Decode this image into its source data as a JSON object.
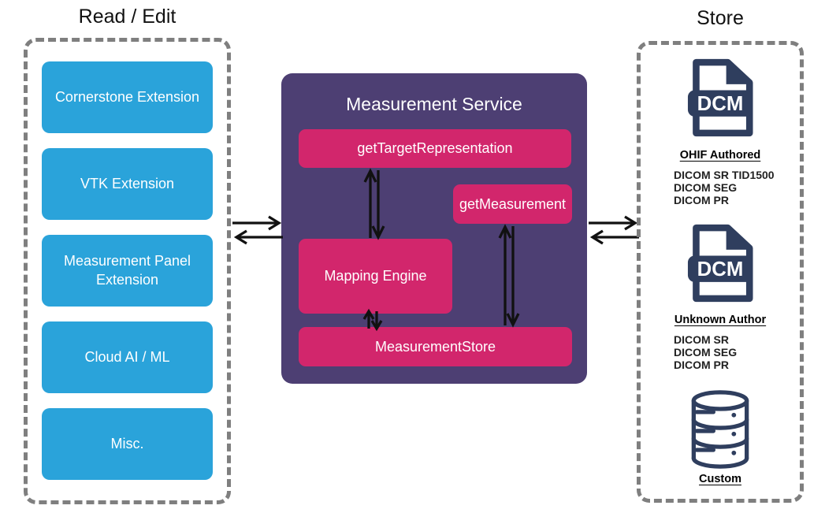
{
  "left_panel": {
    "title": "Read / Edit",
    "items": [
      {
        "label": "Cornerstone Extension"
      },
      {
        "label": "VTK Extension"
      },
      {
        "label": "Measurement Panel Extension"
      },
      {
        "label": "Cloud AI / ML"
      },
      {
        "label": "Misc."
      }
    ]
  },
  "service": {
    "title": "Measurement Service",
    "nodes": {
      "get_target_representation": "getTargetRepresentation",
      "get_measurement": "getMeasurement",
      "mapping_engine": "Mapping Engine",
      "measurement_store": "MeasurementStore"
    }
  },
  "right_panel": {
    "title": "Store",
    "items": [
      {
        "icon": "dcm-file-icon",
        "icon_label": "DCM",
        "title": "OHIF Authored",
        "lines": [
          "DICOM SR TID1500",
          "DICOM SEG",
          "DICOM PR"
        ]
      },
      {
        "icon": "dcm-file-icon",
        "icon_label": "DCM",
        "title": "Unknown Author",
        "lines": [
          "DICOM SR",
          "DICOM SEG",
          "DICOM PR"
        ]
      },
      {
        "icon": "database-icon",
        "title": "Custom",
        "lines": []
      }
    ]
  },
  "arrows": {
    "left_to_service": "bidirectional",
    "service_to_store": "bidirectional",
    "get_target_representation_mapping_engine": "bidirectional",
    "mapping_engine_measurement_store": "bidirectional",
    "get_measurement_measurement_store": "bidirectional"
  },
  "colors": {
    "blue": "#2AA3DA",
    "purple": "#4D3F73",
    "pink": "#D2266C",
    "navy": "#2F3E5E",
    "dash": "#7F7F7F",
    "arrow": "#111111"
  }
}
